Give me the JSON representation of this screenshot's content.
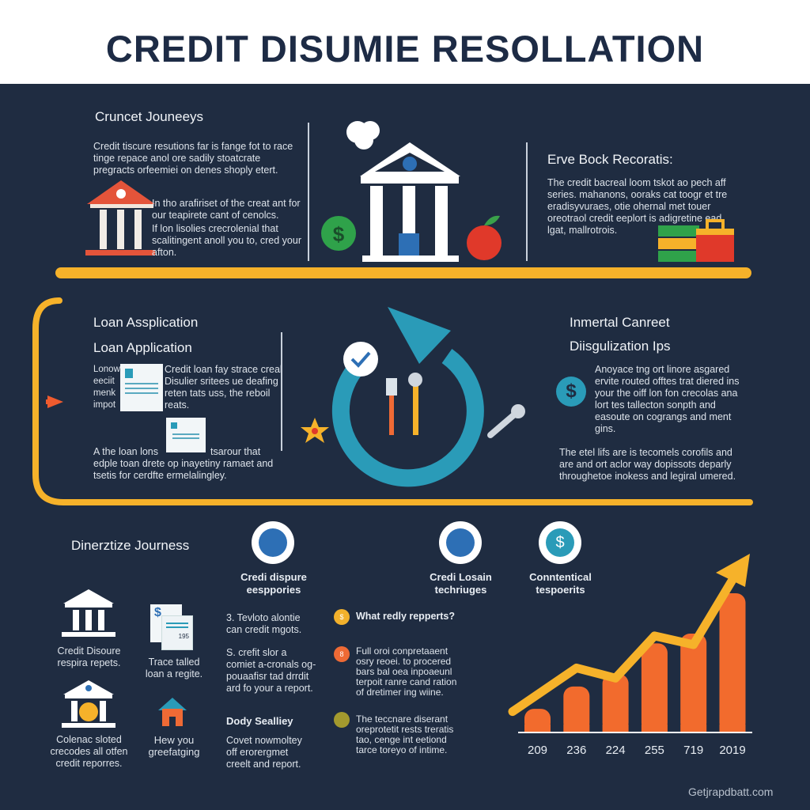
{
  "header": {
    "title": "CREDIT DISUMIE RESOLLATION"
  },
  "section1": {
    "left": {
      "heading": "Cruncet Jouneeys",
      "intro": "Credit tiscure resutions far is fange fot to race tinge repace anol ore sadily stoatcrate pregracts orfeemiei on denes shoply etert.",
      "body1": "In tho arafiriset of the creat ant for our teapirete cant of cenolcs.",
      "body2": "If lon lisolies crecrolenial that scalitingent anoll you to, cred your afton."
    },
    "right": {
      "heading": "Erve Bock Recoratis:",
      "body": "The credit bacreal loom tskot ao pech aff series. mahanons, ooraks cat toogr et tre eradisyvuraes, otie ohernal met touer oreotraol credit eeplort is adigretine ead lgat, mallrotrois."
    }
  },
  "section2": {
    "left": {
      "heading1": "Loan Assplication",
      "heading2": "Loan Application",
      "body1a": "Lonow eeciit menk impot",
      "body1b": "Credit loan fay strace creal Disulier sritees ue deafing reten tats uss, the reboil reats.",
      "body2a": "A the loan lons",
      "body2b": "tsarour that",
      "body2c": "edple toan drete op inayetiny ramaet and tsetis for cerdfte ermelalingley."
    },
    "right": {
      "heading1": "Inmertal Canreet",
      "heading2": "Diisgulization Ips",
      "body1": "Anoyace tng ort linore asgared ervite routed offtes trat diered ins your the oiff lon fon crecolas ana lort tes tallecton sonpth and easoute on cograngs and ment gins.",
      "body2": "The etel lifs are is tecomels corofils and are and ort aclor way dopissots deparly throughetoe inokess and legiral umered."
    }
  },
  "section3": {
    "heading": "Dinerztize Journess",
    "grid": [
      {
        "label": "Credit Disoure respira repets."
      },
      {
        "label": "Trace talled loan a regite.",
        "doc_number": "195"
      },
      {
        "label": "Colenac sloted crecodes all otfen credit reporres."
      },
      {
        "label": "Hew you greefatging"
      }
    ],
    "columns": [
      {
        "title": "Credi dispure eesppories"
      },
      {
        "title": "Credi Losain techriuges"
      },
      {
        "title": "Conntentical tespoerits"
      }
    ],
    "list_a": [
      {
        "text": "3. Tevloto alontie can credit mgots."
      },
      {
        "text": "S. crefit slor a comiet a-cronals og-pouaafisr tad drrdit ard fo your a report."
      },
      {
        "heading": "Dody Sealliey",
        "text": "Covet nowmoltey off erorergmet creelt and report."
      }
    ],
    "list_b": [
      {
        "badge": "$",
        "color": "#f2b12c",
        "text": "What redly repperts?"
      },
      {
        "badge": "8",
        "color": "#ee6a35",
        "text": "Full oroi conpretaaent osry reoei. to procered bars bal oea inpoaeunl terpoit ranre cand ration of dretimer ing wiine."
      },
      {
        "badge": "",
        "color": "#a39a2e",
        "text": "The teccnare diserant oreprotetit rests treratis tao, cenge int eetiond tarce toreyo of intime."
      }
    ]
  },
  "chart_data": {
    "type": "bar",
    "categories": [
      "209",
      "236",
      "224",
      "255",
      "719",
      "2019"
    ],
    "values": [
      17,
      33,
      42,
      64,
      71,
      100
    ],
    "trend_line": [
      10,
      40,
      33,
      62,
      56,
      100
    ],
    "title": "",
    "xlabel": "",
    "ylabel": "",
    "ylim": [
      0,
      100
    ],
    "colors": {
      "bars": "#f26b2d",
      "trend": "#f6b22a"
    }
  },
  "footer": {
    "watermark": "Getjrapdbatt.com"
  },
  "colors": {
    "background": "#1f2c41",
    "accent_yellow": "#f6b22a",
    "accent_orange": "#f26b2d",
    "teal": "#2a9bb8"
  }
}
